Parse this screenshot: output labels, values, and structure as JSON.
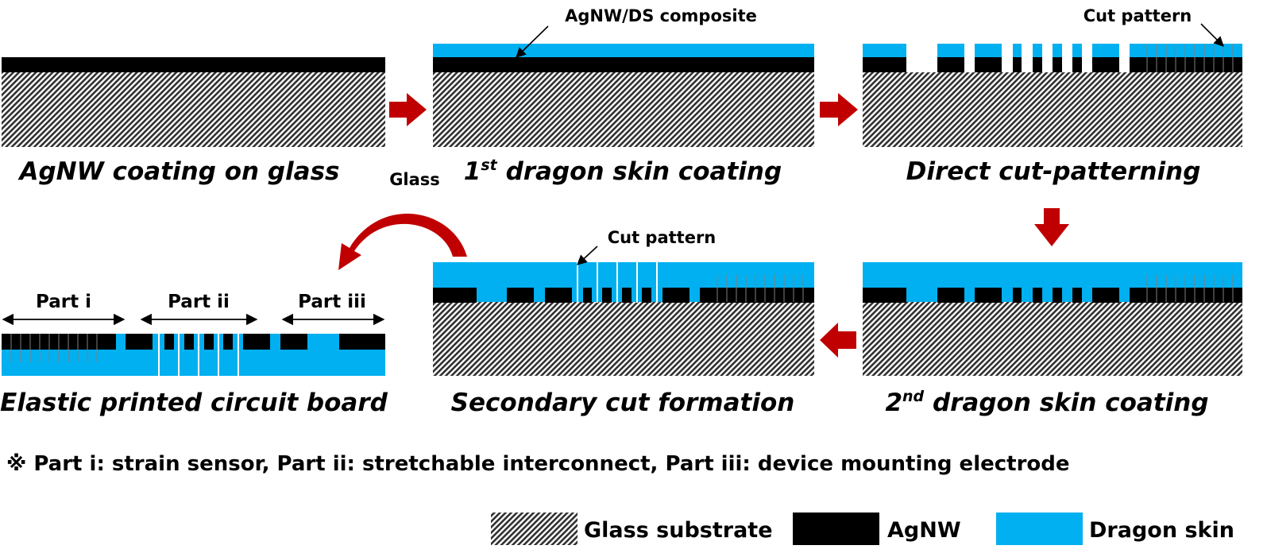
{
  "colors": {
    "dragon_skin": "#00b0f0",
    "agnw": "#000000",
    "arrow": "#c00000",
    "glass_dark": "#303030",
    "glass_light": "#ffffff"
  },
  "panels": {
    "p1": {
      "caption": "AgNW coating on glass"
    },
    "p2": {
      "caption_prefix": "1",
      "caption_sup": "st",
      "caption_rest": " dragon skin coating",
      "callout": "AgNW/DS composite"
    },
    "p3": {
      "caption": "Direct cut-patterning",
      "callout": "Cut pattern"
    },
    "p4": {
      "caption_prefix": "2",
      "caption_sup": "nd",
      "caption_rest": " dragon skin coating"
    },
    "p5": {
      "caption": "Secondary cut formation",
      "callout": "Cut pattern"
    },
    "p6": {
      "caption": "Elastic printed circuit board",
      "part_labels": [
        "Part i",
        "Part ii",
        "Part iii"
      ]
    }
  },
  "glass_label": "Glass",
  "footnote": "※ Part i: strain sensor, Part ii: stretchable interconnect, Part iii: device mounting electrode",
  "legend": [
    {
      "label": "Glass substrate",
      "swatch": "glass"
    },
    {
      "label": "AgNW",
      "swatch": "agnw"
    },
    {
      "label": "Dragon skin",
      "swatch": "dragon_skin"
    }
  ]
}
